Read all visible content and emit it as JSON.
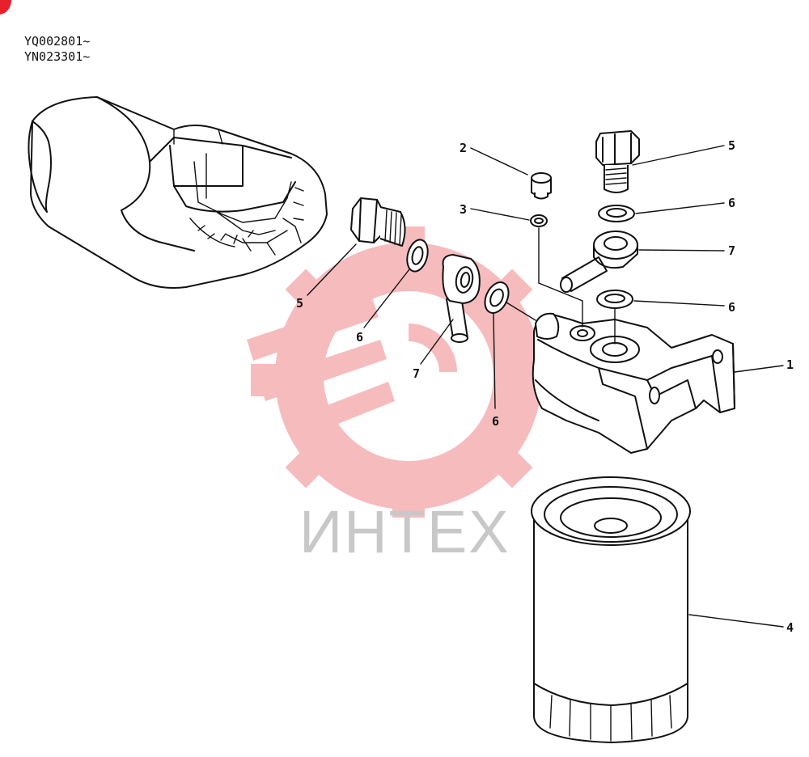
{
  "header": {
    "serial_range_1": "YQ002801~",
    "serial_range_2": "YN023301~"
  },
  "watermark": {
    "text": "ИНТЕХ",
    "color": "#f4a6a8"
  },
  "corner_mark_color": "#e8202a",
  "callouts": {
    "c1": "1",
    "c2": "2",
    "c3": "3",
    "c4": "4",
    "c5a": "5",
    "c5b": "5",
    "c6a": "6",
    "c6b": "6",
    "c6c": "6",
    "c6d": "6",
    "c7a": "7",
    "c7b": "7"
  }
}
